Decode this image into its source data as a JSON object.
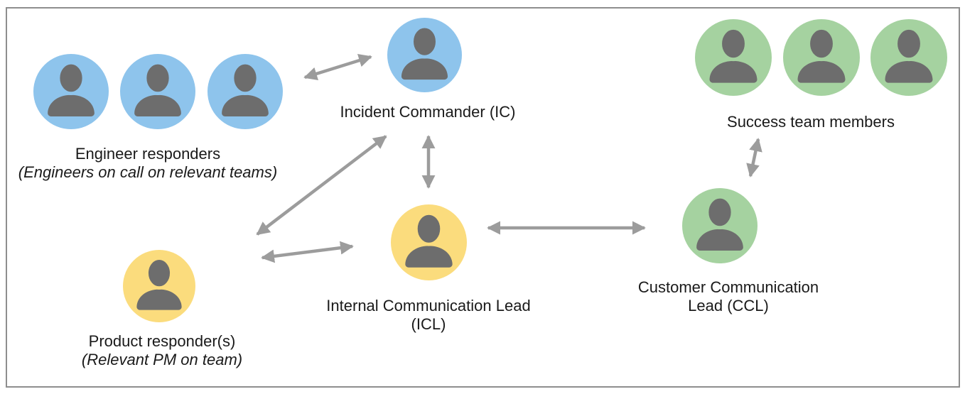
{
  "colors": {
    "blue": "#8EC4EC",
    "green": "#A5D2A0",
    "yellow": "#FBDC7D",
    "person": "#6D6D6D",
    "arrow": "#9C9C9C",
    "text": "#1A1A1A",
    "border": "#8E8E8E",
    "background": "#FFFFFF"
  },
  "nodes": {
    "engineer_responders": {
      "label": "Engineer responders",
      "sublabel": "(Engineers on call on relevant teams)",
      "member_count": 3,
      "color": "blue"
    },
    "incident_commander": {
      "label": "Incident Commander (IC)",
      "member_count": 1,
      "color": "blue"
    },
    "success_team": {
      "label": "Success team members",
      "member_count": 3,
      "color": "green"
    },
    "internal_communication_lead": {
      "label_line1": "Internal Communication Lead",
      "label_line2": "(ICL)",
      "member_count": 1,
      "color": "yellow"
    },
    "customer_communication_lead": {
      "label_line1": "Customer Communication",
      "label_line2": "Lead (CCL)",
      "member_count": 1,
      "color": "green"
    },
    "product_responder": {
      "label": "Product responder(s)",
      "sublabel": "(Relevant PM on team)",
      "member_count": 1,
      "color": "yellow"
    }
  },
  "edges": [
    {
      "from": "engineer_responders",
      "to": "incident_commander",
      "bidirectional": true
    },
    {
      "from": "incident_commander",
      "to": "internal_communication_lead",
      "bidirectional": true
    },
    {
      "from": "incident_commander",
      "to": "product_responder",
      "bidirectional": true
    },
    {
      "from": "product_responder",
      "to": "internal_communication_lead",
      "bidirectional": true
    },
    {
      "from": "internal_communication_lead",
      "to": "customer_communication_lead",
      "bidirectional": true
    },
    {
      "from": "customer_communication_lead",
      "to": "success_team",
      "bidirectional": true
    }
  ]
}
